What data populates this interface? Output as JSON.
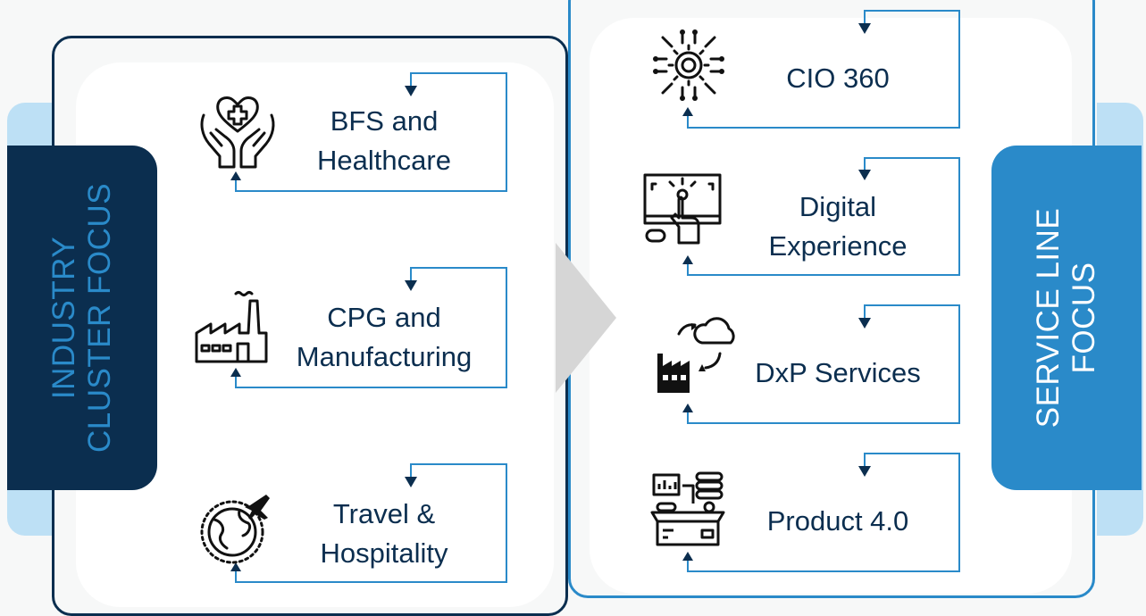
{
  "left_tab": {
    "label_line1": "INDUSTRY",
    "label_line2": "CLUSTER FOCUS"
  },
  "right_tab": {
    "label_line1": "SERVICE LINE",
    "label_line2": "FOCUS"
  },
  "industry_items": [
    {
      "line1": "BFS and",
      "line2": "Healthcare",
      "icon": "heart-hands-icon"
    },
    {
      "line1": "CPG and",
      "line2": "Manufacturing",
      "icon": "factory-icon"
    },
    {
      "line1": "Travel &",
      "line2": "Hospitality",
      "icon": "globe-plane-icon"
    }
  ],
  "service_items": [
    {
      "line1": "CIO 360",
      "line2": "",
      "icon": "gear-circuit-icon"
    },
    {
      "line1": "Digital",
      "line2": "Experience",
      "icon": "touchscreen-icon"
    },
    {
      "line1": "DxP Services",
      "line2": "",
      "icon": "cloud-factory-icon"
    },
    {
      "line1": "Product 4.0",
      "line2": "",
      "icon": "product-box-icon"
    }
  ],
  "colors": {
    "navy": "#0b2e4f",
    "blue": "#2a8ac9",
    "light_blue": "#bde0f5",
    "chevron": "#d6d6d6"
  }
}
